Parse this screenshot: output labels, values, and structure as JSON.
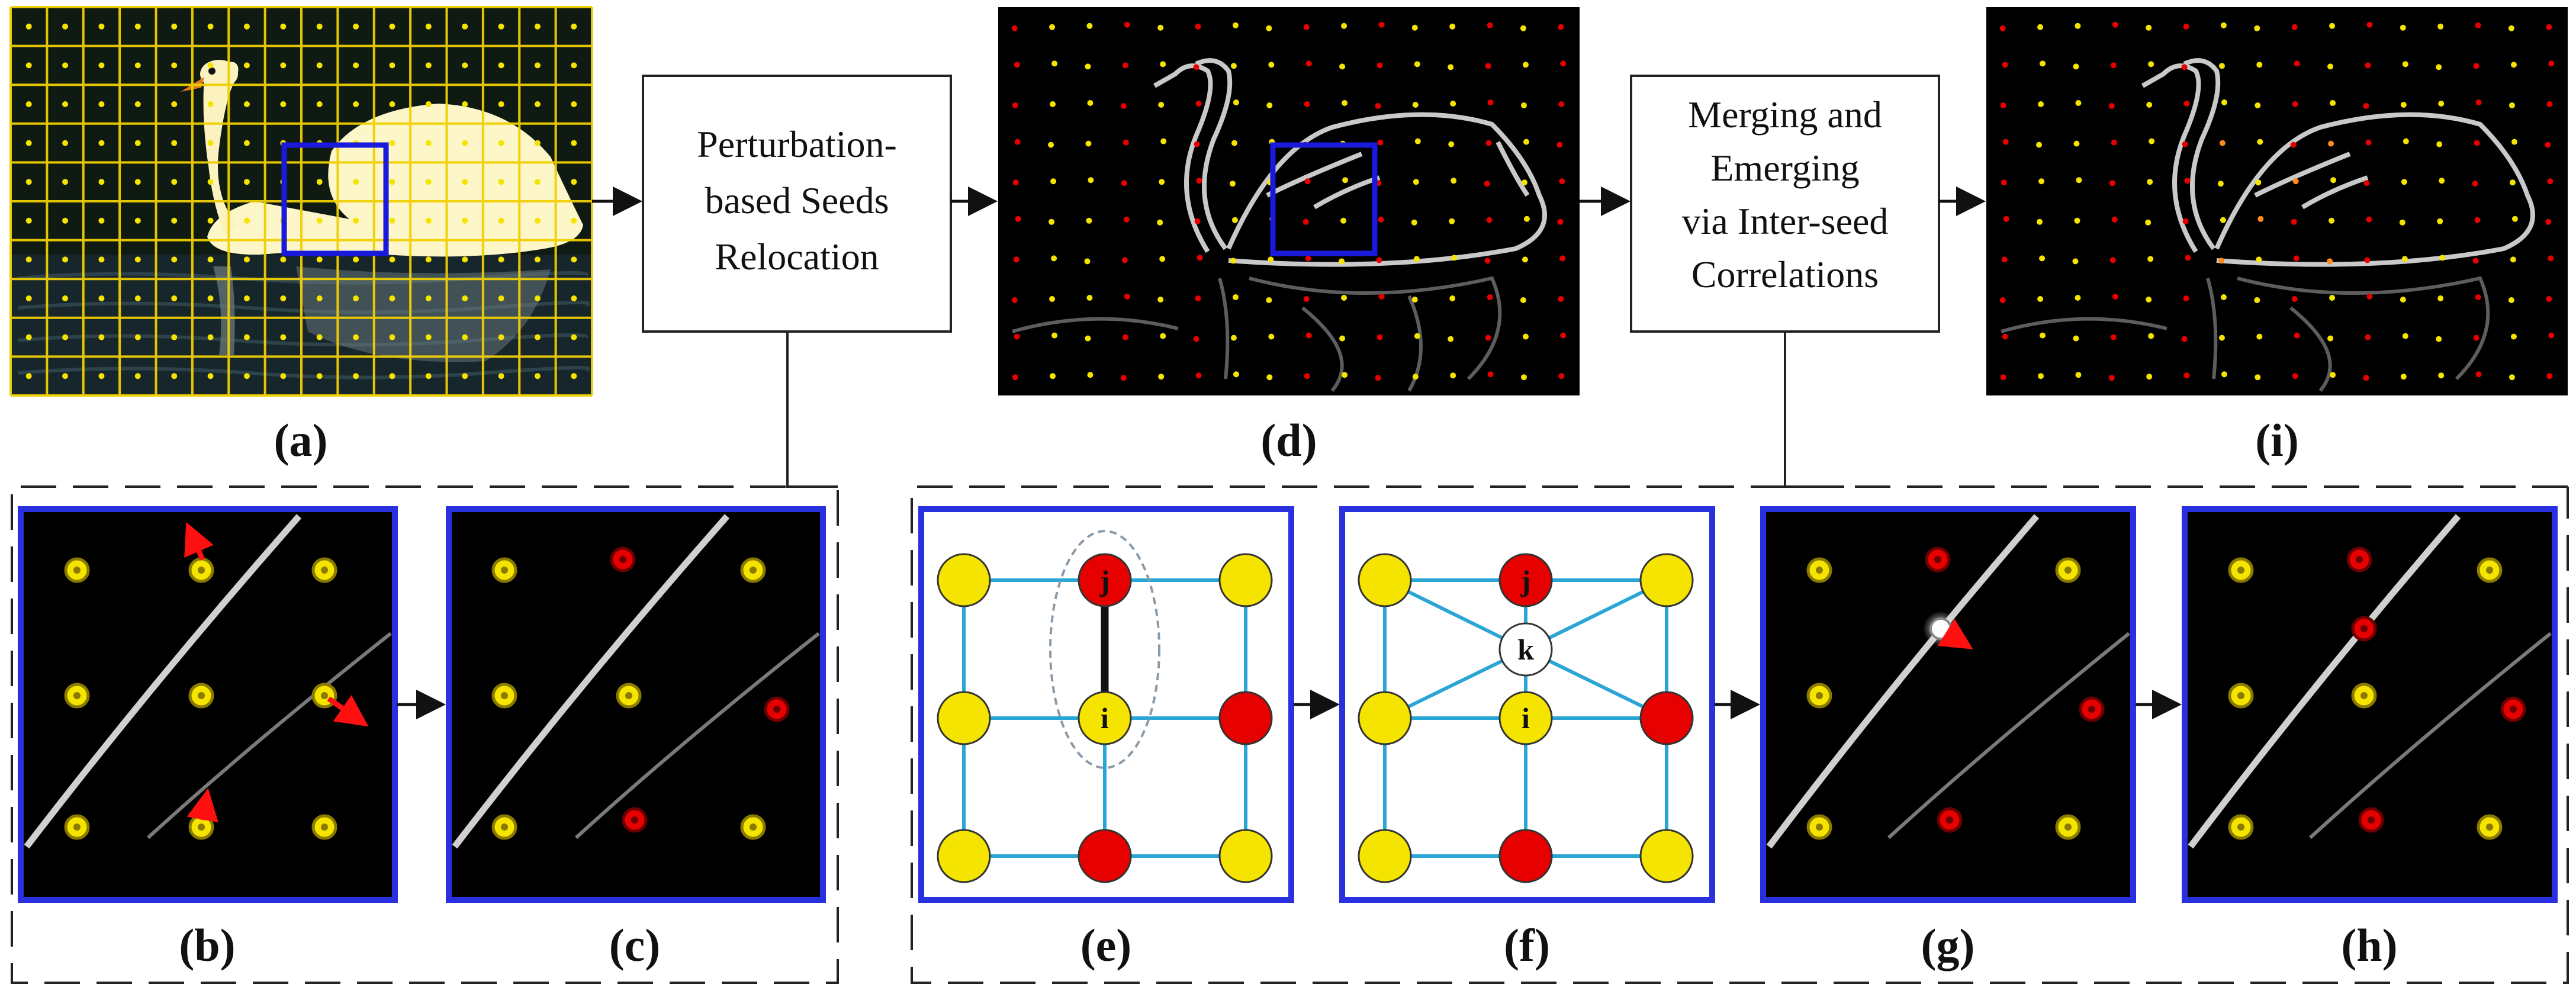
{
  "diagram": {
    "process_boxes": {
      "relocation": {
        "lines": [
          "Perturbation-",
          "based Seeds",
          "Relocation"
        ]
      },
      "merging": {
        "lines": [
          "Merging and",
          "Emerging",
          "via Inter-seed",
          "Correlations"
        ]
      }
    },
    "panel_labels": {
      "a": "(a)",
      "b": "(b)",
      "c": "(c)",
      "d": "(d)",
      "e": "(e)",
      "f": "(f)",
      "g": "(g)",
      "h": "(h)",
      "i": "(i)"
    },
    "node_labels": {
      "i": "i",
      "j": "j",
      "k": "k"
    },
    "colors": {
      "seed_normal": "#f5e400",
      "seed_relocated": "#e60000",
      "highlight_box": "#1a1adc",
      "graph_edge": "#2aa6d6",
      "arrow_red": "#ff0000"
    }
  }
}
